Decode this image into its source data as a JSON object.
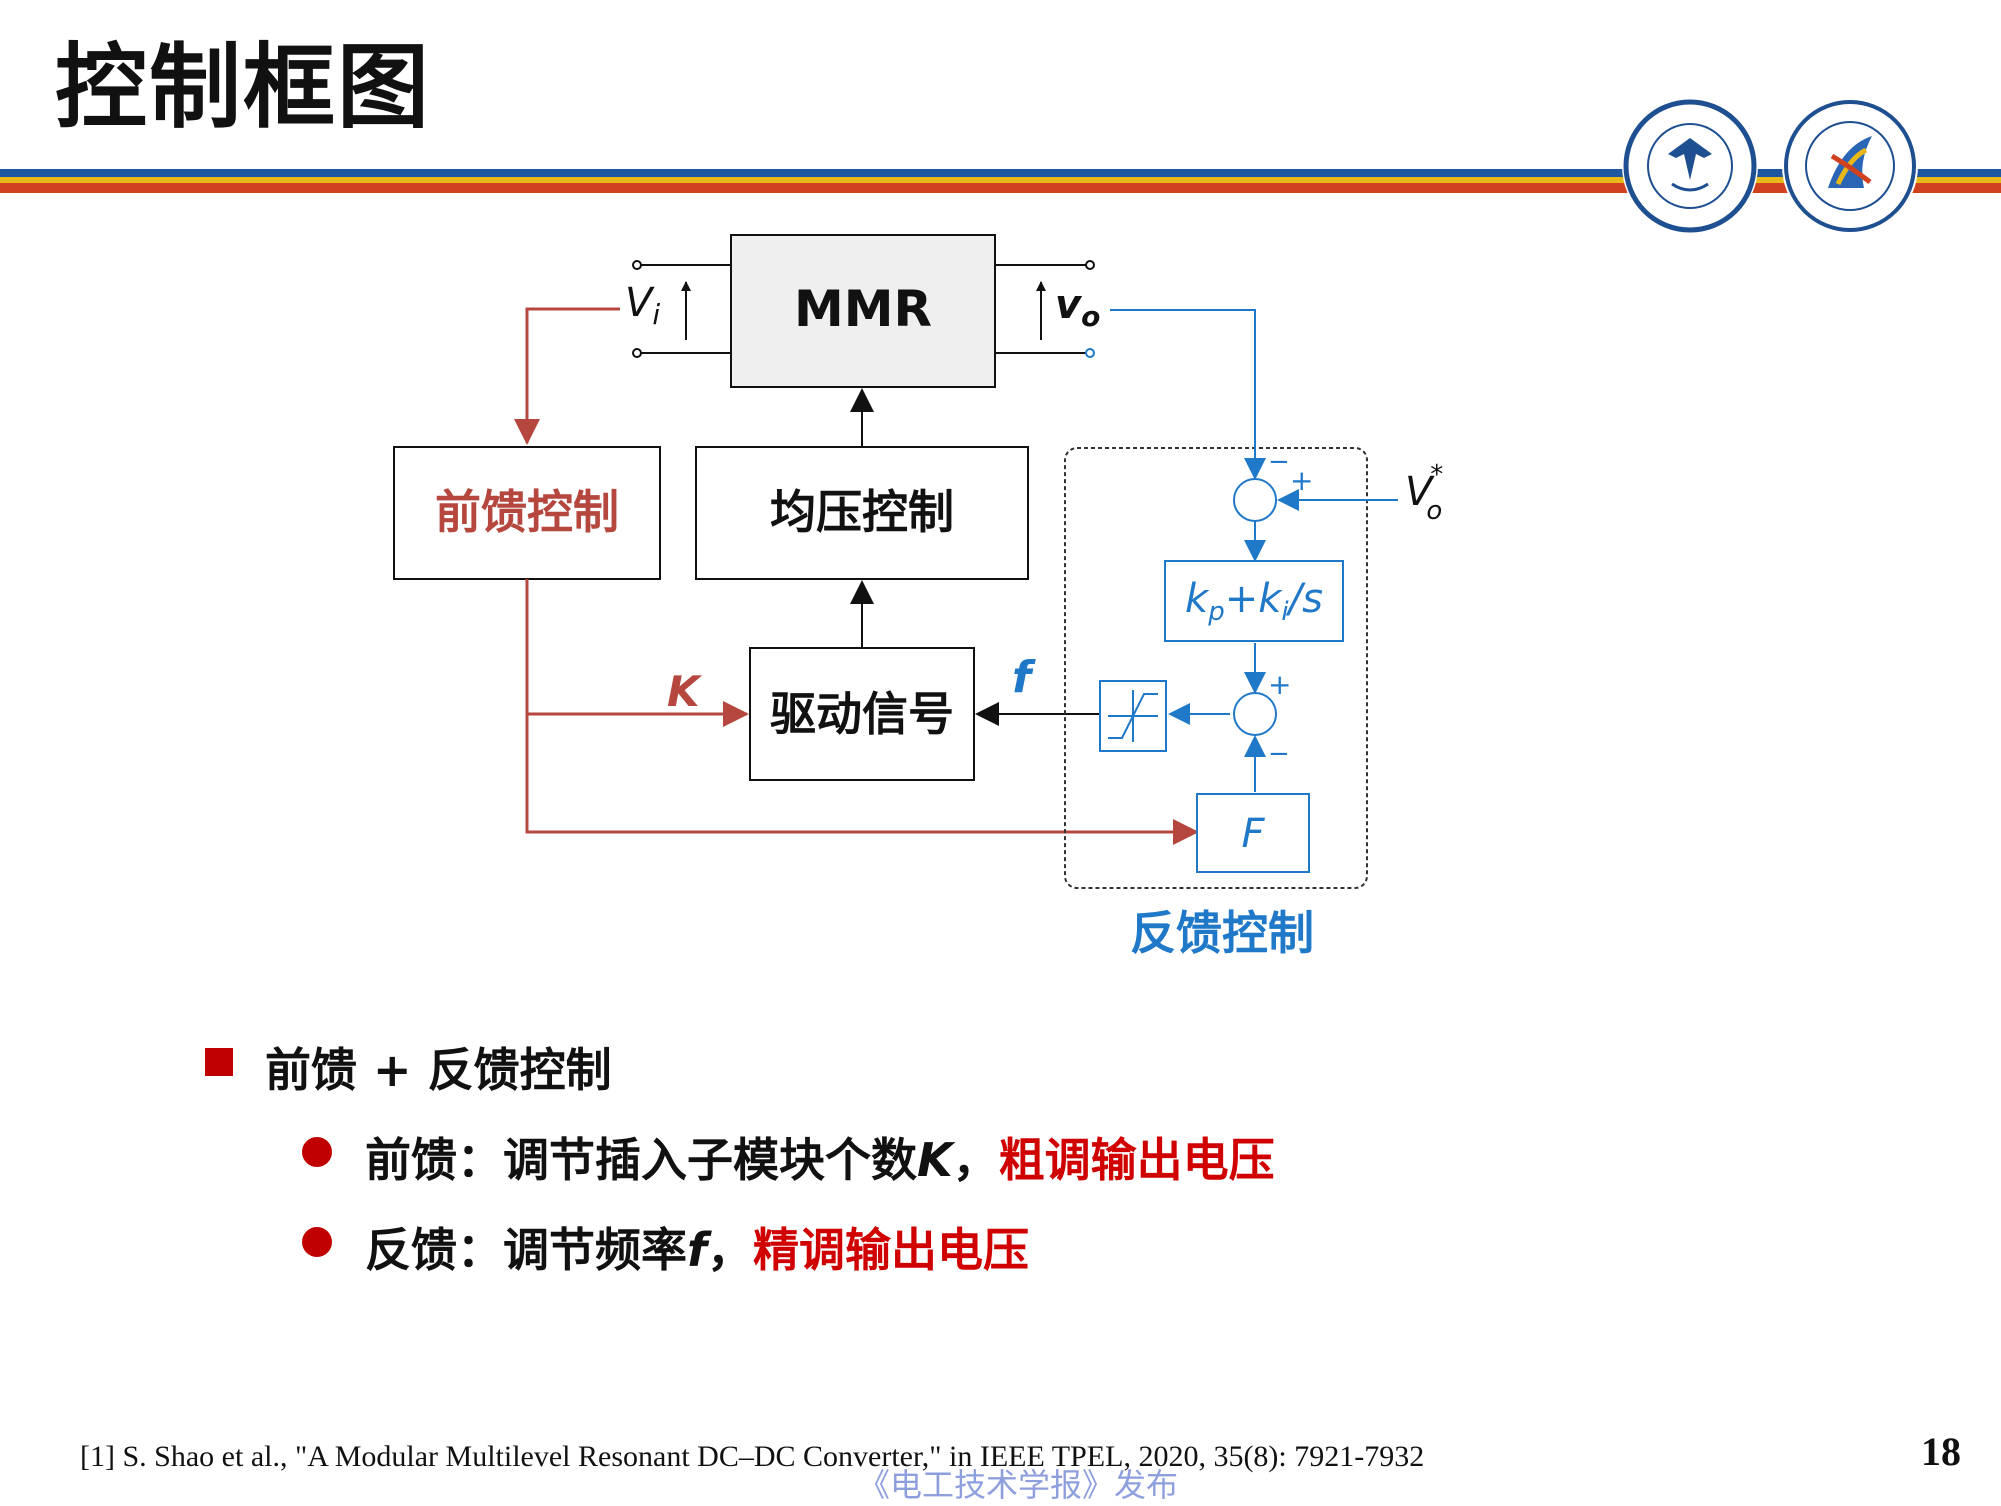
{
  "slide": {
    "title": "控制框图",
    "page_number": "18",
    "reference": "[1] S. Shao et al., \"A Modular Multilevel Resonant DC–DC Converter,\" in IEEE TPEL, 2020, 35(8): 7921-7932",
    "watermark": "《电工技术学报》发布",
    "logos": [
      "zhejiang-university-seal",
      "electrical-engineering-college-seal"
    ]
  },
  "diagram": {
    "mmr": "MMR",
    "feedforward": "前馈控制",
    "balancing": "均压控制",
    "drive": "驱动信号",
    "feedback_label": "反馈控制",
    "pi": "k",
    "pi_sub_p": "p",
    "pi_plus": "+k",
    "pi_sub_i": "i",
    "pi_tail": "/s",
    "F": "F",
    "K": "K",
    "f": "f",
    "Vi": "V",
    "Vi_sub": "i",
    "vo": "v",
    "vo_sub": "o",
    "Vref": "V",
    "Vref_sub": "o",
    "Vref_sup": "*",
    "plus": "+",
    "minus": "−",
    "colors": {
      "feedforward": "#b5473f",
      "feedback": "#1f78c8",
      "neutral": "#111111"
    }
  },
  "bullets": {
    "main": "前馈 + 反馈控制",
    "ff_prefix": "前馈：调节插入子模块个数",
    "ff_var": "K",
    "ff_sep": "，",
    "ff_highlight": "粗调输出电压",
    "fb_prefix": "反馈：调节频率",
    "fb_var": "f",
    "fb_sep": "，",
    "fb_highlight": "精调输出电压"
  }
}
